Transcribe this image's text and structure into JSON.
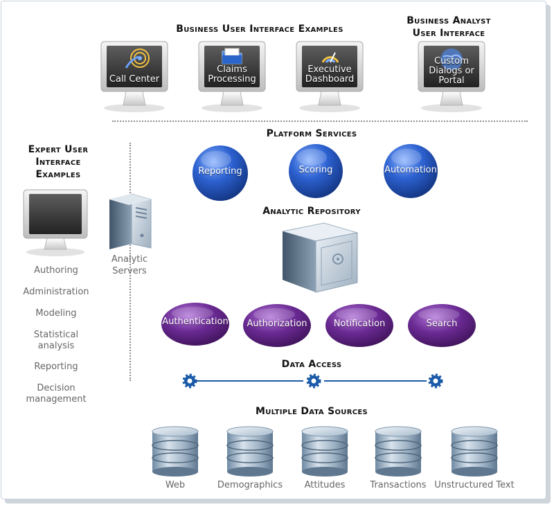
{
  "headings": {
    "business_ui_examples": "Business User Interface Examples",
    "business_analyst_line1": "Business Analyst",
    "business_analyst_line2": "User Interface",
    "platform_services": "Platform Services",
    "analytic_repository": "Analytic Repository",
    "data_access": "Data Access",
    "multiple_data_sources": "Multiple Data Sources",
    "expert_ui_line1": "Expert User",
    "expert_ui_line2": "Interface",
    "expert_ui_line3": "Examples"
  },
  "business_monitors": [
    {
      "line1": "",
      "line2": "Call Center",
      "icon": "call-center-icon"
    },
    {
      "line1": "Claims",
      "line2": "Processing",
      "icon": "folder-icon"
    },
    {
      "line1": "Executive",
      "line2": "Dashboard",
      "icon": "dashboard-icon"
    }
  ],
  "analyst_monitor": {
    "line1": "Custom",
    "line2": "Dialogs or",
    "line3": "Portal",
    "icon": "globe-icon"
  },
  "server": {
    "line1": "Analytic",
    "line2": "Servers",
    "icon": "server-tower-icon"
  },
  "platform_services": [
    "Reporting",
    "Scoring",
    "Automation"
  ],
  "security_services": [
    "Authentication",
    "Authorization",
    "Notification",
    "Search"
  ],
  "expert_tasks": [
    {
      "line1": "Authoring",
      "line2": ""
    },
    {
      "line1": "Administration",
      "line2": ""
    },
    {
      "line1": "Modeling",
      "line2": ""
    },
    {
      "line1": "Statistical",
      "line2": "analysis"
    },
    {
      "line1": "Reporting",
      "line2": ""
    },
    {
      "line1": "Decision",
      "line2": "management"
    }
  ],
  "data_sources": [
    "Web",
    "Demographics",
    "Attitudes",
    "Transactions",
    "Unstructured Text"
  ],
  "colors": {
    "platform_orb": "#1f4fb8",
    "security_orb": "#5b1f7e",
    "connector": "#1a5aa8",
    "label_gray": "#666666"
  }
}
